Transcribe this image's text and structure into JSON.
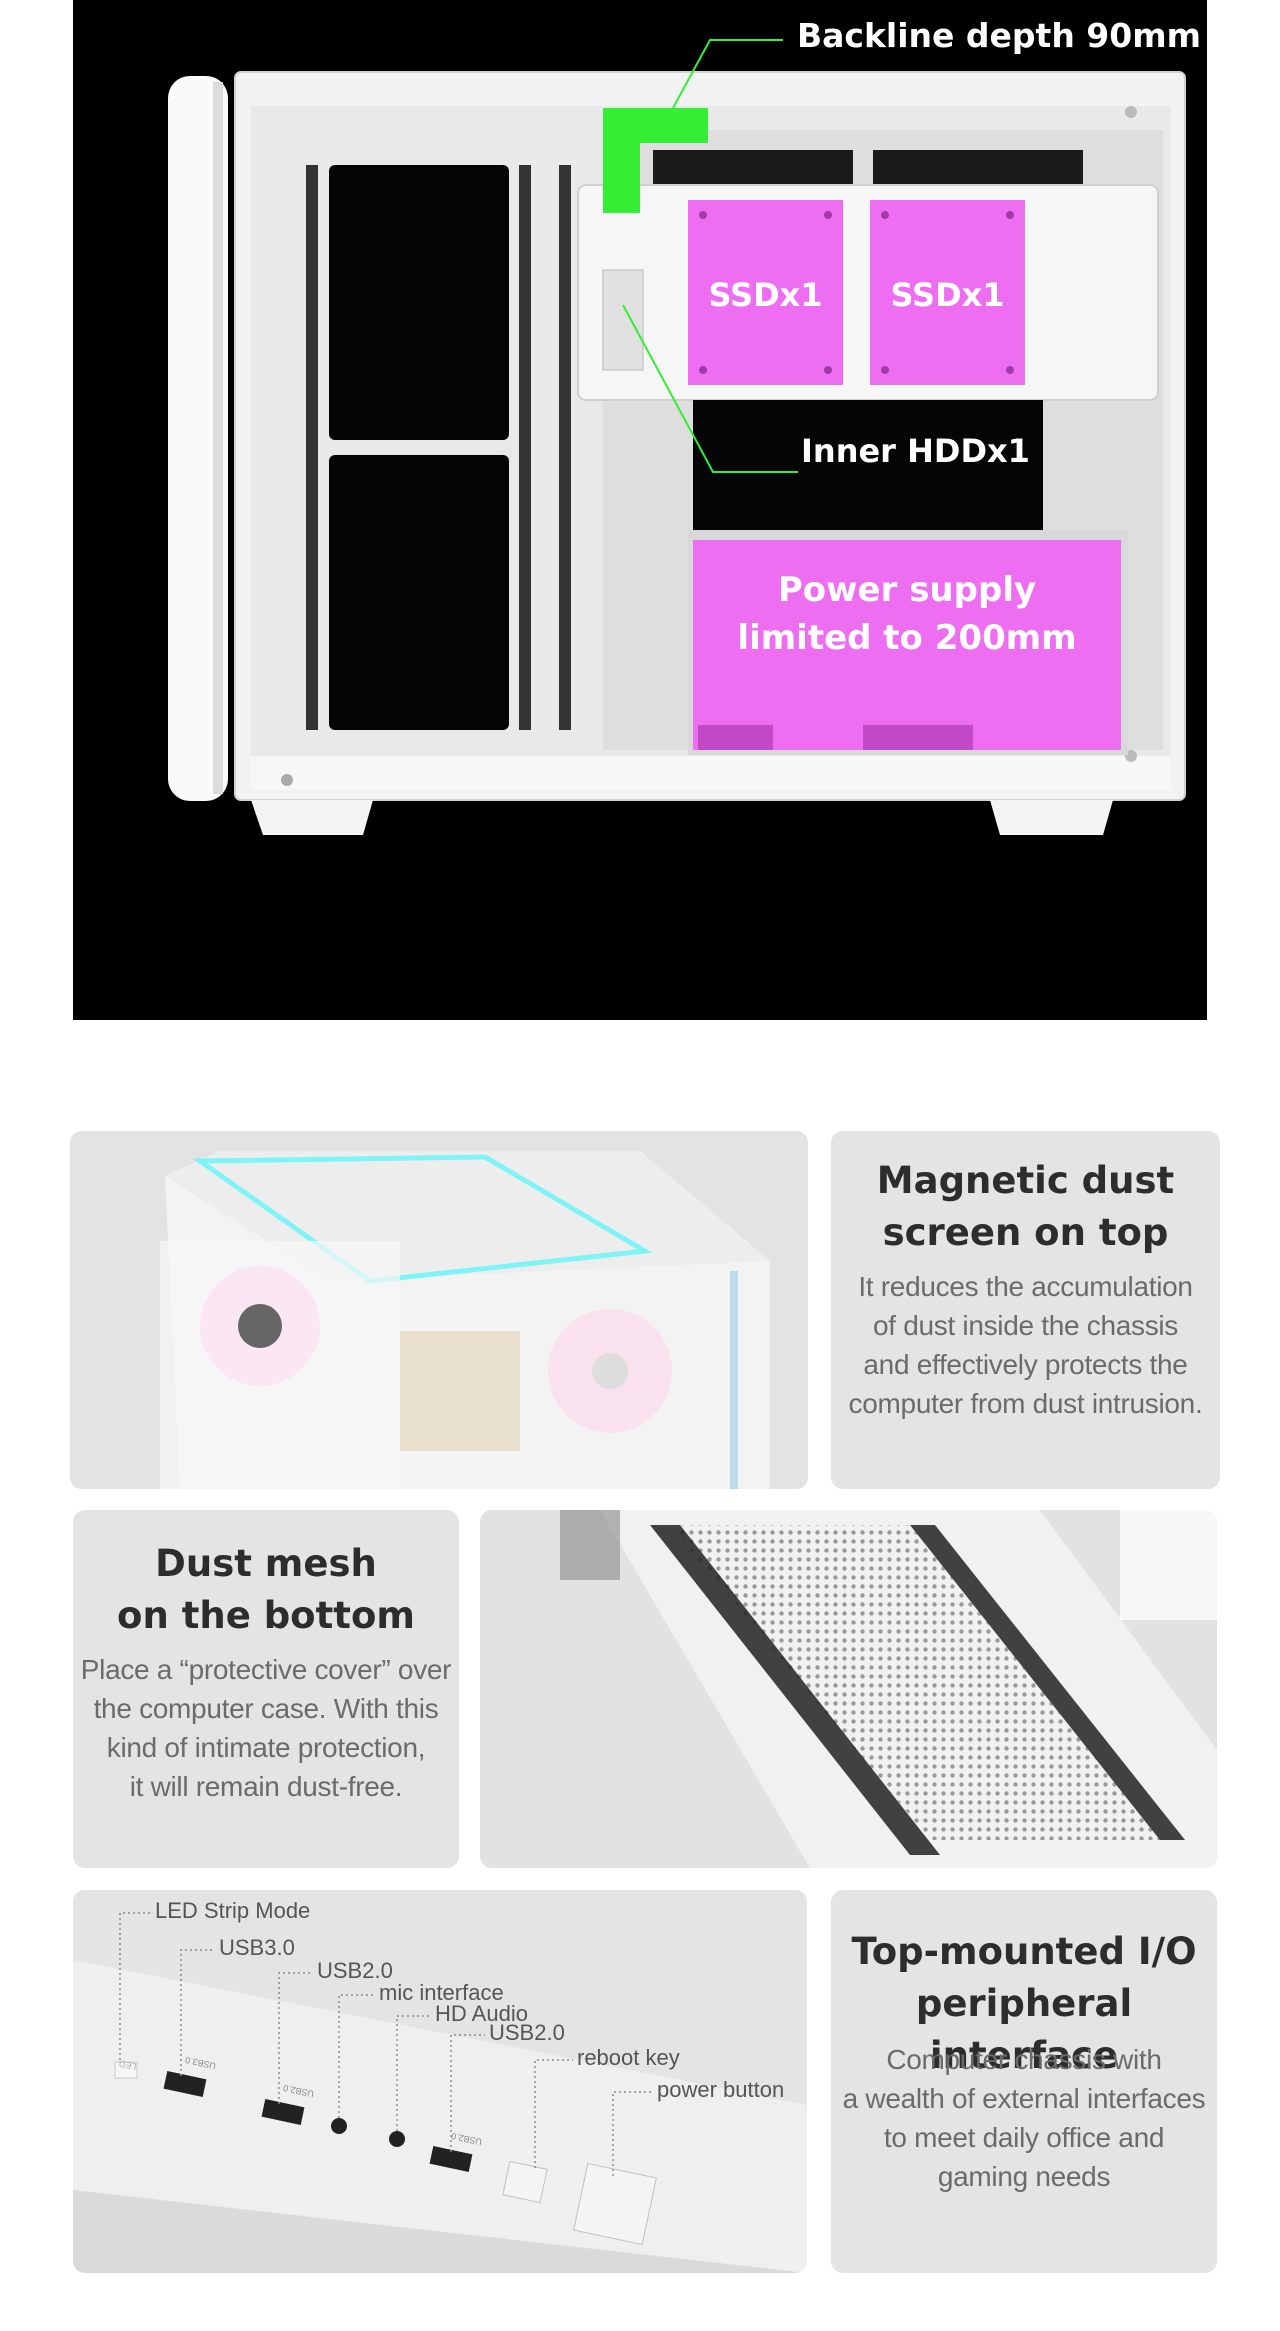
{
  "hero": {
    "backline": "Backline depth 90mm",
    "ssd_a": "SSDx1",
    "ssd_b": "SSDx1",
    "hdd": "Inner HDDx1",
    "psu_line1": "Power supply",
    "psu_line2": "limited to 200mm"
  },
  "magnetic": {
    "title_l1": "Magnetic dust",
    "title_l2": "screen on top",
    "desc_l1": "It reduces the accumulation",
    "desc_l2": "of dust inside the chassis",
    "desc_l3": "and effectively protects the",
    "desc_l4": "computer from dust intrusion."
  },
  "mesh": {
    "title_l1": "Dust mesh",
    "title_l2": "on the bottom",
    "desc_l1": "Place a “protective cover” over",
    "desc_l2": "the computer case. With this",
    "desc_l3": "kind of intimate protection,",
    "desc_l4": "it will remain dust-free."
  },
  "io": {
    "title_l1": "Top-mounted I/O",
    "title_l2": "peripheral interface",
    "desc_l1": "Computer chassis with",
    "desc_l2": "a wealth of external interfaces",
    "desc_l3": "to meet daily office and",
    "desc_l4": "gaming needs",
    "labels": {
      "led": "LED Strip Mode",
      "usb3": "USB3.0",
      "usb2a": "USB2.0",
      "mic": "mic interface",
      "hd": "HD Audio",
      "usb2b": "USB2.0",
      "reboot": "reboot key",
      "power": "power button"
    },
    "port_marks": {
      "led": "LED",
      "usb3": "USB3.0",
      "usb2a": "USB2.0",
      "usb2b": "USB2.0"
    }
  },
  "colors": {
    "magenta": "#ee6ef2",
    "green": "#33ee33",
    "cyan": "#7ff4f6",
    "panel": "#e4e4e4"
  }
}
